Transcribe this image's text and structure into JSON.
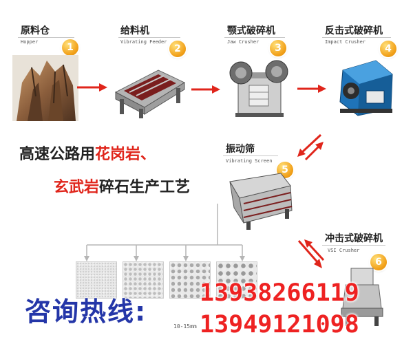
{
  "stages": [
    {
      "title": "原料仓",
      "subtitle": "Hopper",
      "number": "1"
    },
    {
      "title": "给料机",
      "subtitle": "Vibrating Feeder",
      "number": "2"
    },
    {
      "title": "颚式破碎机",
      "subtitle": "Jaw Crusher",
      "number": "3"
    },
    {
      "title": "反击式破碎机",
      "subtitle": "Impact Crusher",
      "number": "4"
    },
    {
      "title": "振动筛",
      "subtitle": "Vibrating Screen",
      "number": "5"
    },
    {
      "title": "冲击式破碎机",
      "subtitle": "VSI Crusher",
      "number": "6"
    }
  ],
  "headline": {
    "line1_black": "高速公路用",
    "line1_red": "花岗岩、",
    "line2_red": "玄武岩",
    "line2_black": "碎石生产工艺"
  },
  "product_label": "10-15mm",
  "hotline": {
    "label": "咨询热线:",
    "phone1": "13938266119",
    "phone2": "13949121098"
  },
  "colors": {
    "arrow_red": "#e0251b",
    "hotline_blue": "#2436a8",
    "phone_red": "#ee2222",
    "badge_orange": "#f2a11a"
  }
}
